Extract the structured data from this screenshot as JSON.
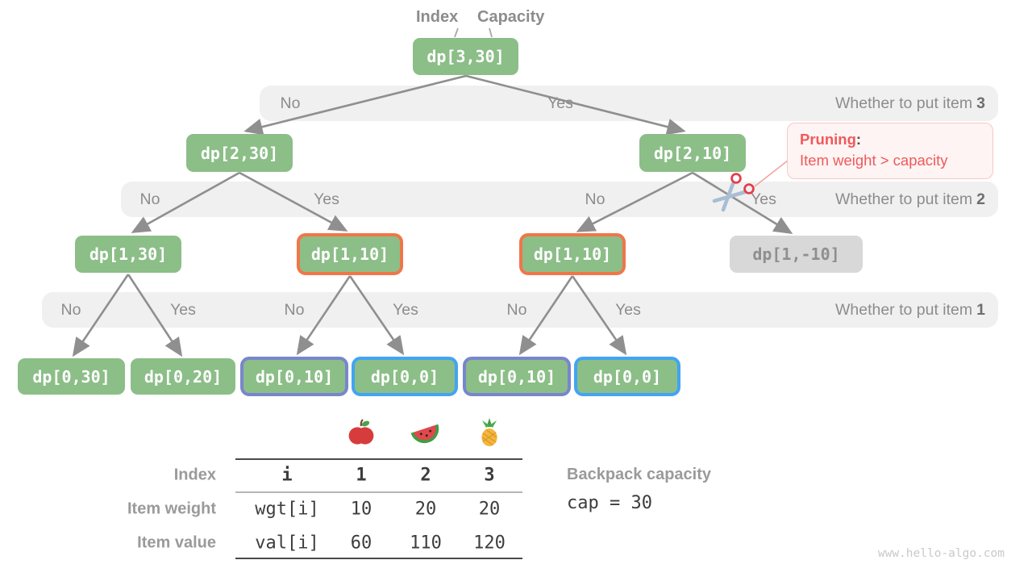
{
  "header": {
    "index": "Index",
    "capacity": "Capacity"
  },
  "nodes": {
    "root": "dp[3,30]",
    "n230": "dp[2,30]",
    "n210": "dp[2,10]",
    "n130": "dp[1,30]",
    "n110a": "dp[1,10]",
    "n110b": "dp[1,10]",
    "n1m10": "dp[1,-10]",
    "n030": "dp[0,30]",
    "n020": "dp[0,20]",
    "n010a": "dp[0,10]",
    "n000a": "dp[0,0]",
    "n010b": "dp[0,10]",
    "n000b": "dp[0,0]"
  },
  "bands": [
    {
      "question": "Whether to put item",
      "item": "3",
      "choices": [
        "No",
        "Yes"
      ]
    },
    {
      "question": "Whether to put item",
      "item": "2",
      "choices": [
        "No",
        "Yes",
        "No",
        "Yes"
      ]
    },
    {
      "question": "Whether to put item",
      "item": "1",
      "choices": [
        "No",
        "Yes",
        "No",
        "Yes",
        "No",
        "Yes"
      ]
    }
  ],
  "pruning": {
    "title": "Pruning",
    "colon": ":",
    "text": "Item weight > capacity"
  },
  "items_table": {
    "fruit_icons": [
      "apple-icon",
      "watermelon-icon",
      "pineapple-icon"
    ],
    "rows": [
      {
        "label": "Index",
        "key": "i",
        "values": [
          "1",
          "2",
          "3"
        ]
      },
      {
        "label": "Item weight",
        "key": "wgt[i]",
        "values": [
          "10",
          "20",
          "20"
        ]
      },
      {
        "label": "Item value",
        "key": "val[i]",
        "values": [
          "60",
          "110",
          "120"
        ]
      }
    ]
  },
  "capacity_info": {
    "label": "Backpack capacity",
    "value": "cap = 30"
  },
  "watermark": "www.hello-algo.com",
  "colors": {
    "node_green": "#8cbe88",
    "node_gray": "#d8d8d8",
    "highlight_orange": "#f0764a",
    "highlight_purple": "#7986cb",
    "highlight_blue": "#42a4f3",
    "pruning_red": "#f0595c",
    "band_gray": "#f0f0f0",
    "edge_gray": "#8f8f8f"
  }
}
